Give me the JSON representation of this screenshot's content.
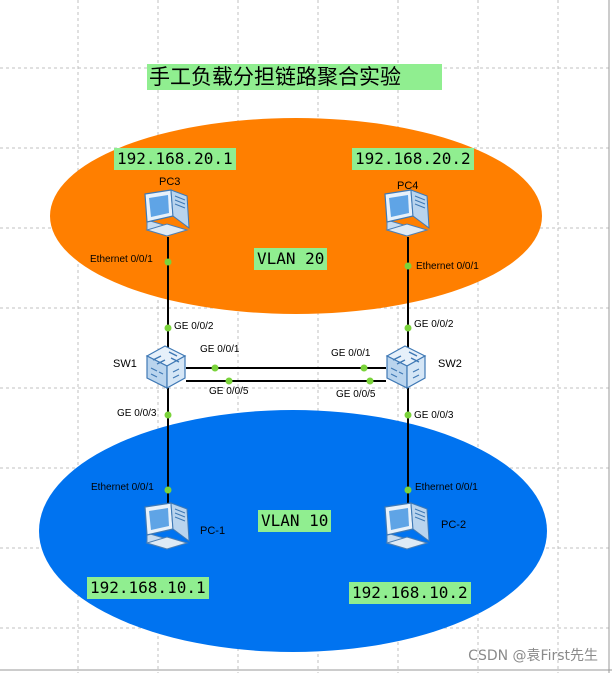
{
  "title": "手工负载分担链路聚合实验",
  "colors": {
    "vlan20_area": "#ff7f00",
    "vlan10_area": "#0073f0",
    "label_bg": "#90ee90",
    "port_dot": "#7ad33b",
    "grid": "#c0c0c0"
  },
  "vlans": {
    "vlan20": "VLAN 20",
    "vlan10": "VLAN 10"
  },
  "devices": {
    "pc3": {
      "name": "PC3",
      "ip": "192.168.20.1",
      "port": "Ethernet 0/0/1"
    },
    "pc4": {
      "name": "PC4",
      "ip": "192.168.20.2",
      "port": "Ethernet 0/0/1"
    },
    "pc1": {
      "name": "PC-1",
      "ip": "192.168.10.1",
      "port": "Ethernet 0/0/1"
    },
    "pc2": {
      "name": "PC-2",
      "ip": "192.168.10.2",
      "port": "Ethernet 0/0/1"
    },
    "sw1": {
      "name": "SW1",
      "ports": {
        "up": "GE 0/0/2",
        "trunk1": "GE 0/0/1",
        "trunk2": "GE 0/0/5",
        "down": "GE 0/0/3"
      }
    },
    "sw2": {
      "name": "SW2",
      "ports": {
        "up": "GE 0/0/2",
        "trunk1": "GE 0/0/1",
        "trunk2": "GE 0/0/5",
        "down": "GE 0/0/3"
      }
    }
  },
  "watermark": "CSDN @袁First先生"
}
